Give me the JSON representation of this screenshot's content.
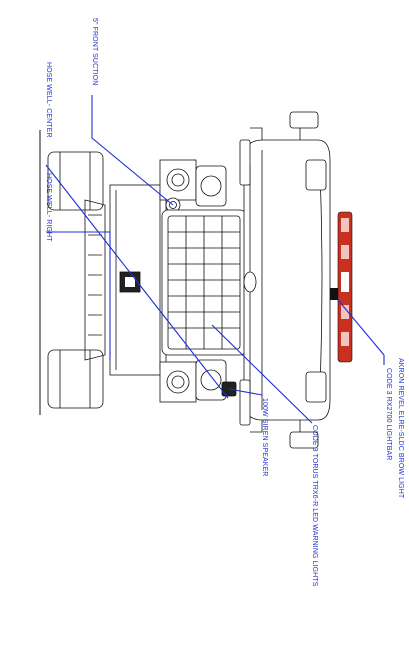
{
  "diagram": {
    "callouts": {
      "front_suction": "5\" FRONT SUCTION",
      "hose_well_center": "HOSE WELL- CENTER",
      "hose_well_right": "HOSE WELL- RIGHT",
      "siren_speaker": "100W SIREN SPEAKER",
      "torus_lights": "CODE 3 TORUS TRX6-R LED WARNING LIGHTS",
      "brow_light": "AKRON REVEL ELRE-SLDC BROW LIGHT",
      "lightbar": "CODE 3  RX2700 LIGHTBAR"
    },
    "colors": {
      "leader": "#1d2fd6",
      "lightbar": "#c9301f",
      "linework": "#111111"
    }
  }
}
